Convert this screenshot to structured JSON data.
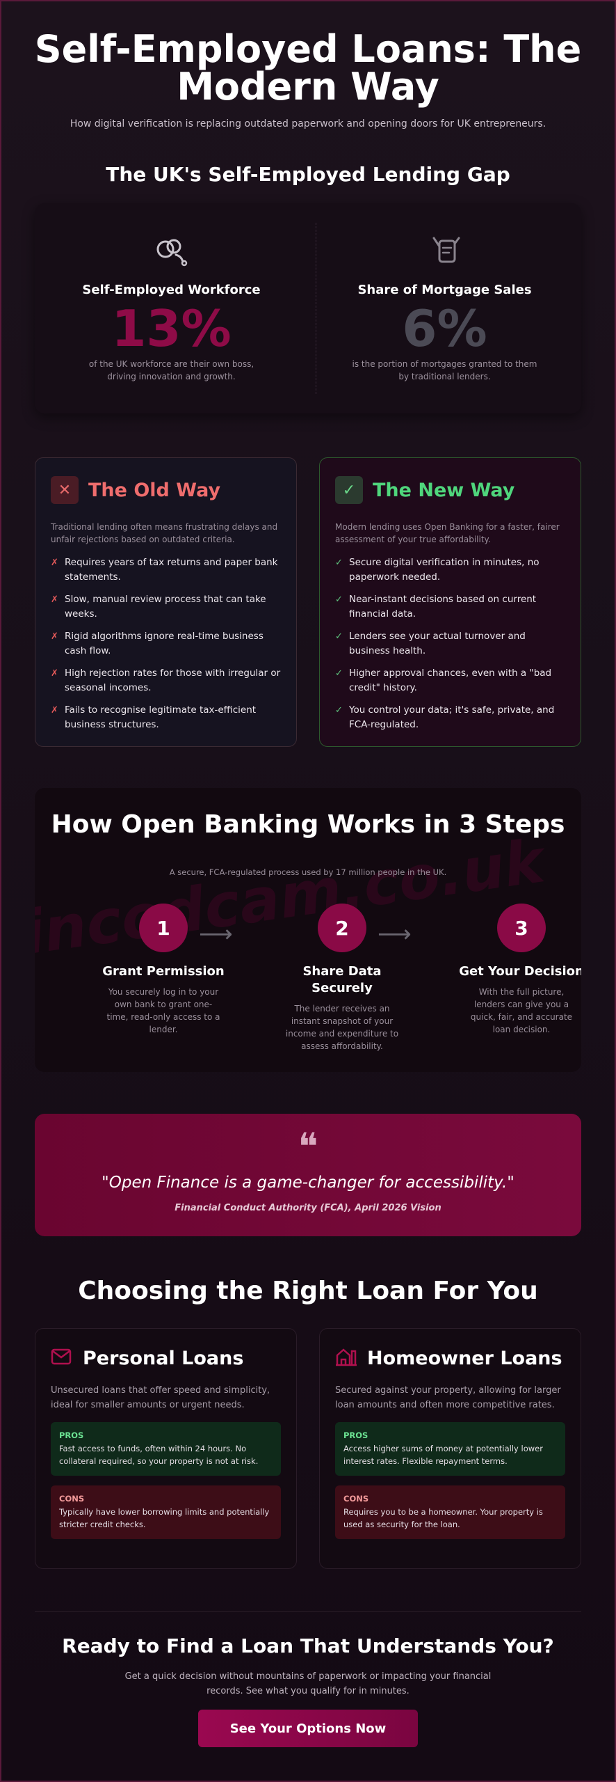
{
  "hero": {
    "title": "Self-Employed Loans: The Modern Way",
    "subtitle": "How digital verification is replacing outdated paperwork and opening doors for UK entrepreneurs."
  },
  "gap": {
    "title": "The UK's Self-Employed Lending Gap",
    "stats": [
      {
        "label": "Self-Employed Workforce",
        "value": "13%",
        "desc": "of the UK workforce are their own boss, driving innovation and growth.",
        "color": "#8e0b47",
        "icon": "link-people-icon"
      },
      {
        "label": "Share of Mortgage Sales",
        "value": "6%",
        "desc": "is the portion of mortgages granted to them by traditional lenders.",
        "color": "#4b4a55",
        "icon": "document-hand-icon"
      }
    ]
  },
  "old_way": {
    "badge": "✕",
    "title": "The Old Way",
    "desc": "Traditional lending often means frustrating delays and unfair rejections based on outdated criteria.",
    "items": [
      "Requires years of tax returns and paper bank statements.",
      "Slow, manual review process that can take weeks.",
      "Rigid algorithms ignore real-time business cash flow.",
      "High rejection rates for those with irregular or seasonal incomes.",
      "Fails to recognise legitimate tax-efficient business structures."
    ]
  },
  "new_way": {
    "badge": "✓",
    "title": "The New Way",
    "desc": "Modern lending uses Open Banking for a faster, fairer assessment of your true affordability.",
    "items": [
      "Secure digital verification in minutes, no paperwork needed.",
      "Near-instant decisions based on current financial data.",
      "Lenders see your actual turnover and business health.",
      "Higher approval chances, even with a \"bad credit\" history.",
      "You control your data; it's safe, private, and FCA-regulated."
    ]
  },
  "how": {
    "title": "How Open Banking Works in 3 Steps",
    "subtitle": "A secure, FCA-regulated process used by 17 million people in the UK.",
    "watermark": "incodcam.co.uk",
    "steps": [
      {
        "num": "1",
        "title": "Grant Permission",
        "desc": "You securely log in to your own bank to grant one-time, read-only access to a lender."
      },
      {
        "num": "2",
        "title": "Share Data Securely",
        "desc": "The lender receives an instant snapshot of your income and expenditure to assess affordability."
      },
      {
        "num": "3",
        "title": "Get Your Decision",
        "desc": "With the full picture, lenders can give you a quick, fair, and accurate loan decision."
      }
    ]
  },
  "quote": {
    "text": "\"Open Finance is a game-changer for accessibility.\"",
    "source": "Financial Conduct Authority (FCA), April 2026 Vision"
  },
  "loans": {
    "title": "Choosing the Right Loan For You",
    "cards": [
      {
        "title": "Personal Loans",
        "icon": "envelope-icon",
        "desc": "Unsecured loans that offer speed and simplicity, ideal for smaller amounts or urgent needs.",
        "pros_label": "PROS",
        "pros": "Fast access to funds, often within 24 hours. No collateral required, so your property is not at risk.",
        "cons_label": "CONS",
        "cons": "Typically have lower borrowing limits and potentially stricter credit checks."
      },
      {
        "title": "Homeowner Loans",
        "icon": "house-icon",
        "desc": "Secured against your property, allowing for larger loan amounts and often more competitive rates.",
        "pros_label": "PROS",
        "pros": "Access higher sums of money at potentially lower interest rates. Flexible repayment terms.",
        "cons_label": "CONS",
        "cons": "Requires you to be a homeowner. Your property is used as security for the loan."
      }
    ]
  },
  "cta": {
    "title": "Ready to Find a Loan That Understands You?",
    "subtitle": "Get a quick decision without mountains of paperwork or impacting your financial records. See what you qualify for in minutes.",
    "button": "See Your Options Now"
  },
  "colors": {
    "accent": "#8a0a46",
    "old_red": "#ef6d6d",
    "new_green": "#4fd67c"
  }
}
